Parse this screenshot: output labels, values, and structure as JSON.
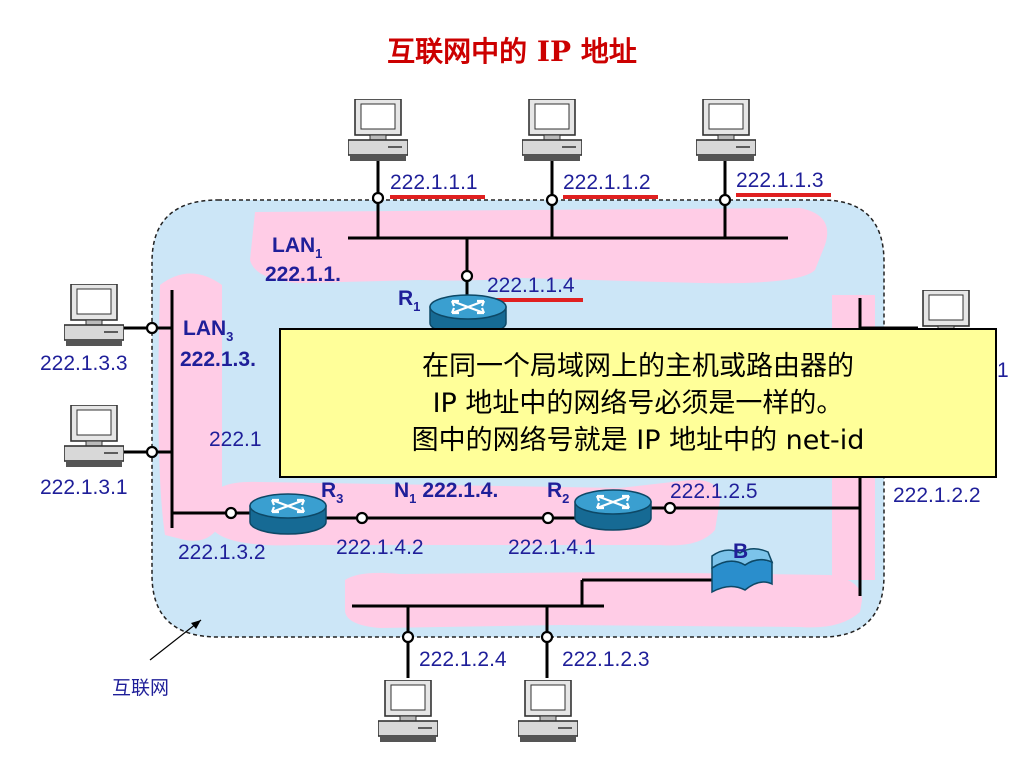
{
  "title": "互联网中的 IP 地址",
  "lan1": {
    "name": "LAN",
    "sub": "1",
    "net": "222.1.1."
  },
  "lan3": {
    "name": "LAN",
    "sub": "3",
    "net": "222.1.3."
  },
  "n1": {
    "name": "N",
    "sub": "1",
    "net": "222.1.4."
  },
  "routers": [
    {
      "name": "R",
      "sub": "1"
    },
    {
      "name": "R",
      "sub": "2"
    },
    {
      "name": "R",
      "sub": "3"
    }
  ],
  "bridge_label": "B",
  "ips": {
    "h111": "222.1.1.1",
    "h112": "222.1.1.2",
    "h113": "222.1.1.3",
    "r1": "222.1.1.4",
    "h133": "222.1.3.3",
    "h131": "222.1.3.1",
    "r3_left_partial": "222.1",
    "r3_lan3": "222.1.3.2",
    "r3_n1": "222.1.4.2",
    "r2_n1": "222.1.4.1",
    "r2_lan2": "222.1.2.5",
    "h122": "222.1.2.2",
    "h124": "222.1.2.4",
    "h123": "222.1.2.3",
    "right_partial": "1"
  },
  "cloud_label": "互联网",
  "callout": {
    "line1": "在同一个局域网上的主机或路由器的",
    "line2": "IP 地址中的网络号必须是一样的。",
    "line3": "图中的网络号就是 IP 地址中的 net-id"
  },
  "colors": {
    "title": "#cc0000",
    "cloud": "#cce6f7",
    "lan_highlight": "#ffcce6",
    "underline": "#e02020",
    "text_blue": "#1f1f99",
    "callout_bg": "#ffff99",
    "router": "#1e7fb0"
  }
}
